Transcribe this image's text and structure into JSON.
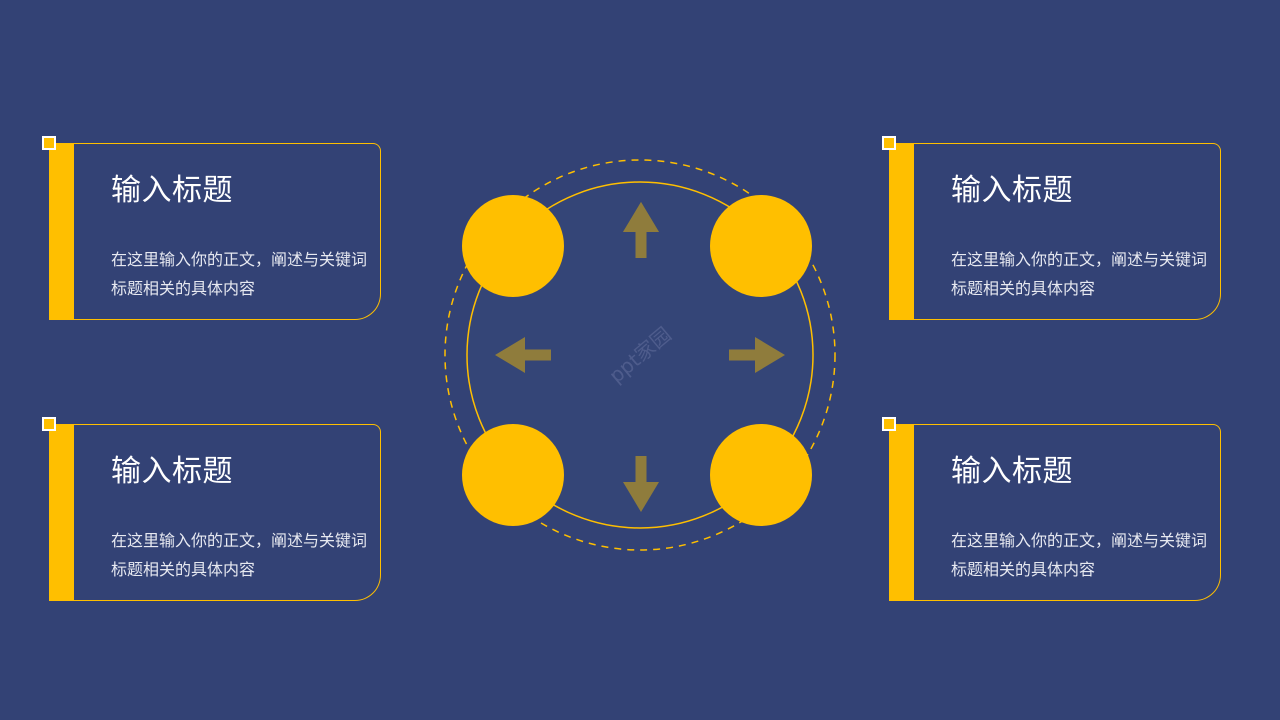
{
  "colors": {
    "background": "#334275",
    "accent": "#ffbf00",
    "arrow": "#8f7c3c"
  },
  "cards": [
    {
      "title": "输入标题",
      "body": "在这里输入你的正文，阐述与关键词标题相关的具体内容"
    },
    {
      "title": "输入标题",
      "body": "在这里输入你的正文，阐述与关键词标题相关的具体内容"
    },
    {
      "title": "输入标题",
      "body": "在这里输入你的正文，阐述与关键词标题相关的具体内容"
    },
    {
      "title": "输入标题",
      "body": "在这里输入你的正文，阐述与关键词标题相关的具体内容"
    }
  ],
  "hub": {
    "watermark": "ppt家园",
    "arrows": [
      "arrow-up-icon",
      "arrow-right-icon",
      "arrow-down-icon",
      "arrow-left-icon"
    ]
  }
}
